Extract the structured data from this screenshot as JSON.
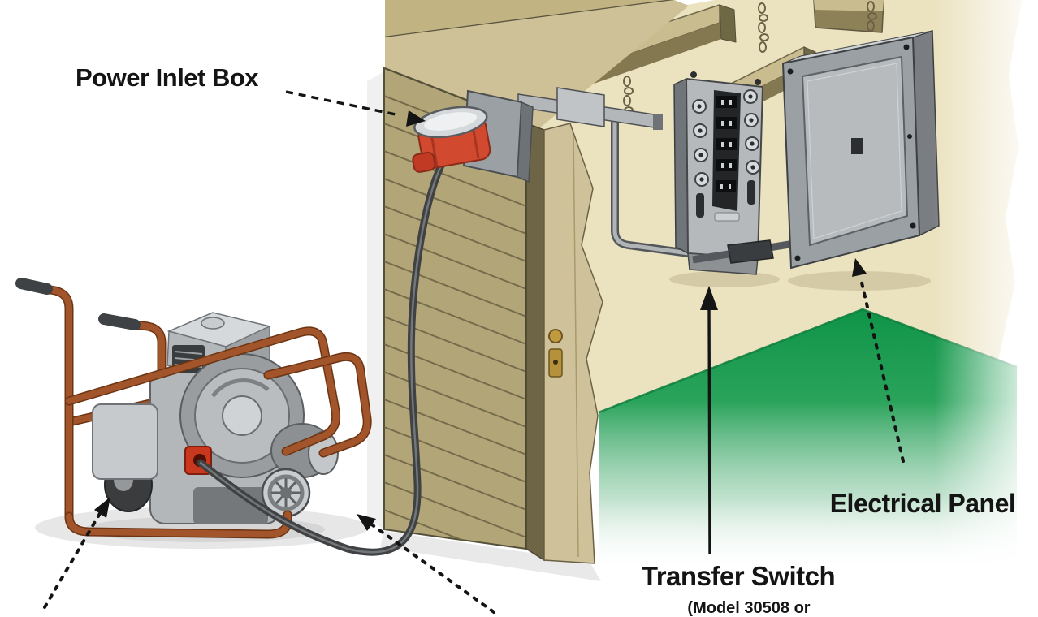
{
  "diagram": {
    "subject": "Portable generator connected to house wiring through a power inlet box, transfer switch and electrical panel",
    "type": "cutaway illustration"
  },
  "labels": {
    "power_inlet_box": "Power Inlet Box",
    "electrical_panel": "Electrical Panel",
    "transfer_switch": "Transfer Switch",
    "transfer_switch_model": "(Model 30508 or"
  },
  "components": [
    "portable-generator",
    "power-cord",
    "power-inlet-box",
    "junction-conduit",
    "transfer-switch",
    "electrical-panel",
    "house-siding-wall",
    "entry-door",
    "ceiling-joists",
    "hanger-chains",
    "interior-floor"
  ],
  "annotations": {
    "arrows": [
      {
        "name": "power-inlet-box-arrow",
        "style": "dashed",
        "points_to": "power inlet box"
      },
      {
        "name": "electrical-panel-arrow",
        "style": "dotted",
        "points_to": "electrical panel"
      },
      {
        "name": "transfer-switch-arrow",
        "style": "solid",
        "points_to": "transfer switch"
      },
      {
        "name": "generator-arrow",
        "style": "dotted",
        "points_to": "generator (label cropped off-frame)"
      },
      {
        "name": "power-cord-arrow",
        "style": "dotted",
        "points_to": "generator power cord (label cropped off-frame)"
      }
    ]
  },
  "colors": {
    "background": "#ffffff",
    "siding_khaki": "#b2a678",
    "siding_line": "#6b6244",
    "fascia_tan": "#cfc197",
    "roof_tan": "#c2b383",
    "door_tan": "#cfc29a",
    "interior_wall_cream": "#ebe2bf",
    "joist_tan": "#c9bc8e",
    "joist_shadow": "#83784f",
    "floor_green": "#12984a",
    "generator_frame_copper": "#a2542a",
    "generator_body_gray": "#b3b7ba",
    "inlet_receptacle_red": "#d14a30",
    "cord_gray": "#3f4143",
    "panel_gray": "#9ba0a4",
    "label_text": "#141414"
  }
}
